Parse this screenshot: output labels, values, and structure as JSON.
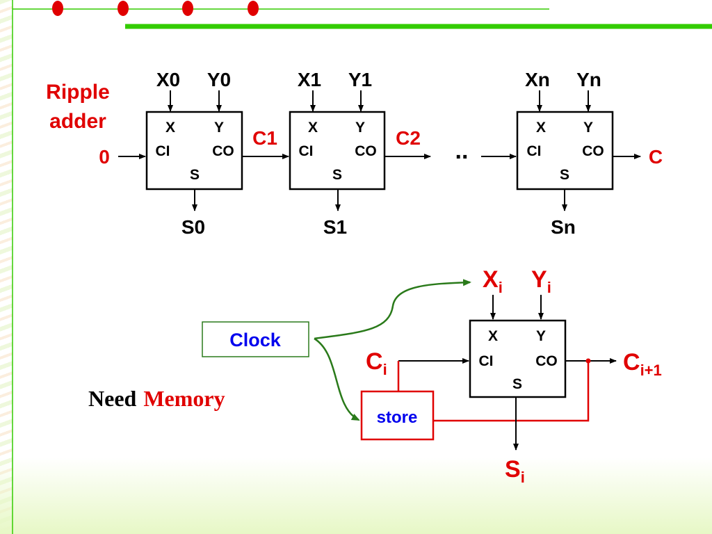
{
  "ripple_title": {
    "line1": "Ripple",
    "line2": "adder"
  },
  "carry_in": "0",
  "carry_out_final": "C",
  "dots": "..",
  "adders": [
    {
      "x_in": "X0",
      "y_in": "Y0",
      "sum_out": "S0",
      "carry_label": "C1"
    },
    {
      "x_in": "X1",
      "y_in": "Y1",
      "sum_out": "S1",
      "carry_label": "C2"
    },
    {
      "x_in": "Xn",
      "y_in": "Yn",
      "sum_out": "Sn",
      "carry_label": ""
    }
  ],
  "port_labels": {
    "x": "X",
    "y": "Y",
    "ci": "CI",
    "co": "CO",
    "s": "S"
  },
  "bit_cell": {
    "x_base": "X",
    "x_sub": "i",
    "y_base": "Y",
    "y_sub": "i",
    "c_base": "C",
    "c_sub": "i",
    "cnext_base": "C",
    "cnext_sub": "i+1",
    "s_base": "S",
    "s_sub": "i"
  },
  "clock_label": "Clock",
  "store_label": "store",
  "need_memory": {
    "need": "Need",
    "memory": "Memory"
  },
  "colors": {
    "red": "#e00000",
    "blue": "#0000ee",
    "green": "#2a7a1a",
    "black": "#000000",
    "bar_green": "#33cc00"
  }
}
